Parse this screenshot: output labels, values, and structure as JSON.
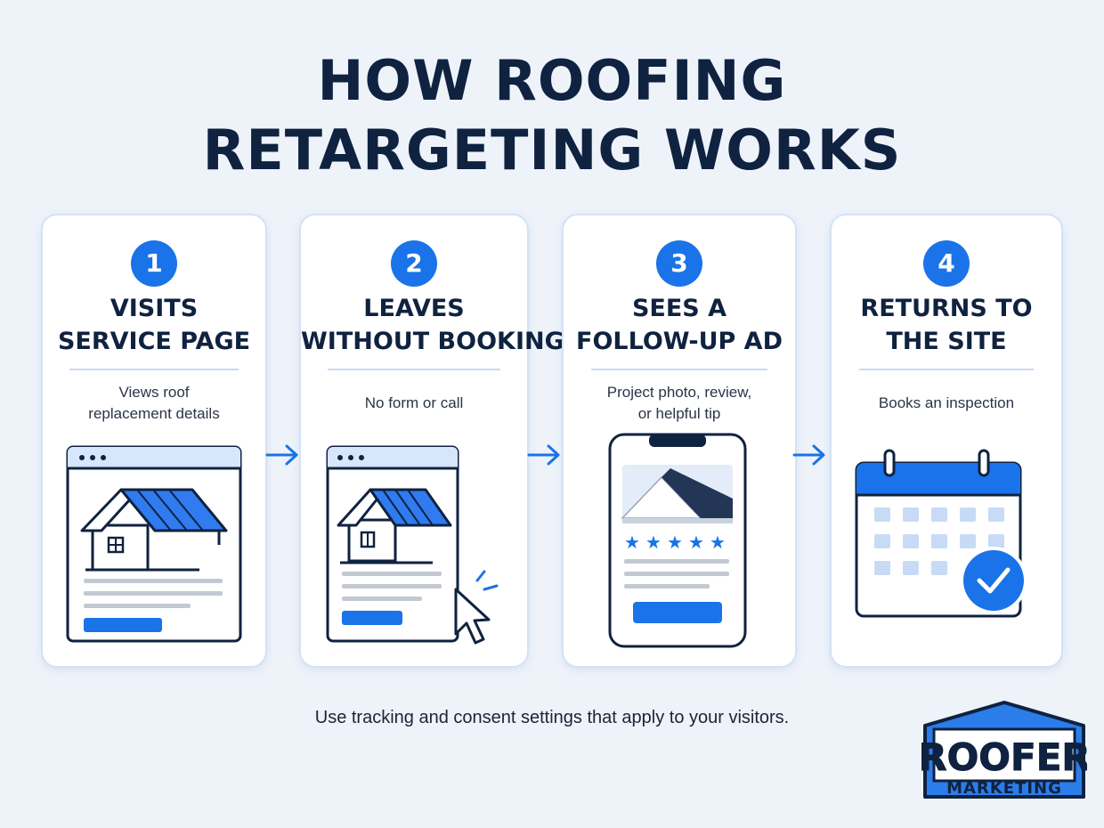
{
  "title": {
    "line1": "HOW ROOFING",
    "line2": "RETARGETING WORKS"
  },
  "steps": [
    {
      "number": "1",
      "heading1": "VISITS",
      "heading2": "SERVICE PAGE",
      "desc1": "Views roof",
      "desc2": "replacement details",
      "icon": "browser-house-icon"
    },
    {
      "number": "2",
      "heading1": "LEAVES",
      "heading2": "WITHOUT BOOKING",
      "desc1": "No form or call",
      "desc2": "",
      "icon": "browser-cursor-icon"
    },
    {
      "number": "3",
      "heading1": "SEES A",
      "heading2": "FOLLOW-UP AD",
      "desc1": "Project photo, review,",
      "desc2": "or helpful tip",
      "icon": "phone-ad-icon"
    },
    {
      "number": "4",
      "heading1": "RETURNS TO",
      "heading2": "THE SITE",
      "desc1": "Books an inspection",
      "desc2": "",
      "icon": "calendar-check-icon"
    }
  ],
  "footer": "Use tracking and consent settings that apply to your visitors.",
  "logo": {
    "line1": "ROOFER",
    "line2": "MARKETING"
  },
  "colors": {
    "accent": "#1a73e8",
    "dark": "#0f2240",
    "background": "#eef3fa",
    "card": "#ffffff",
    "light_blue": "#d7e6fb"
  }
}
